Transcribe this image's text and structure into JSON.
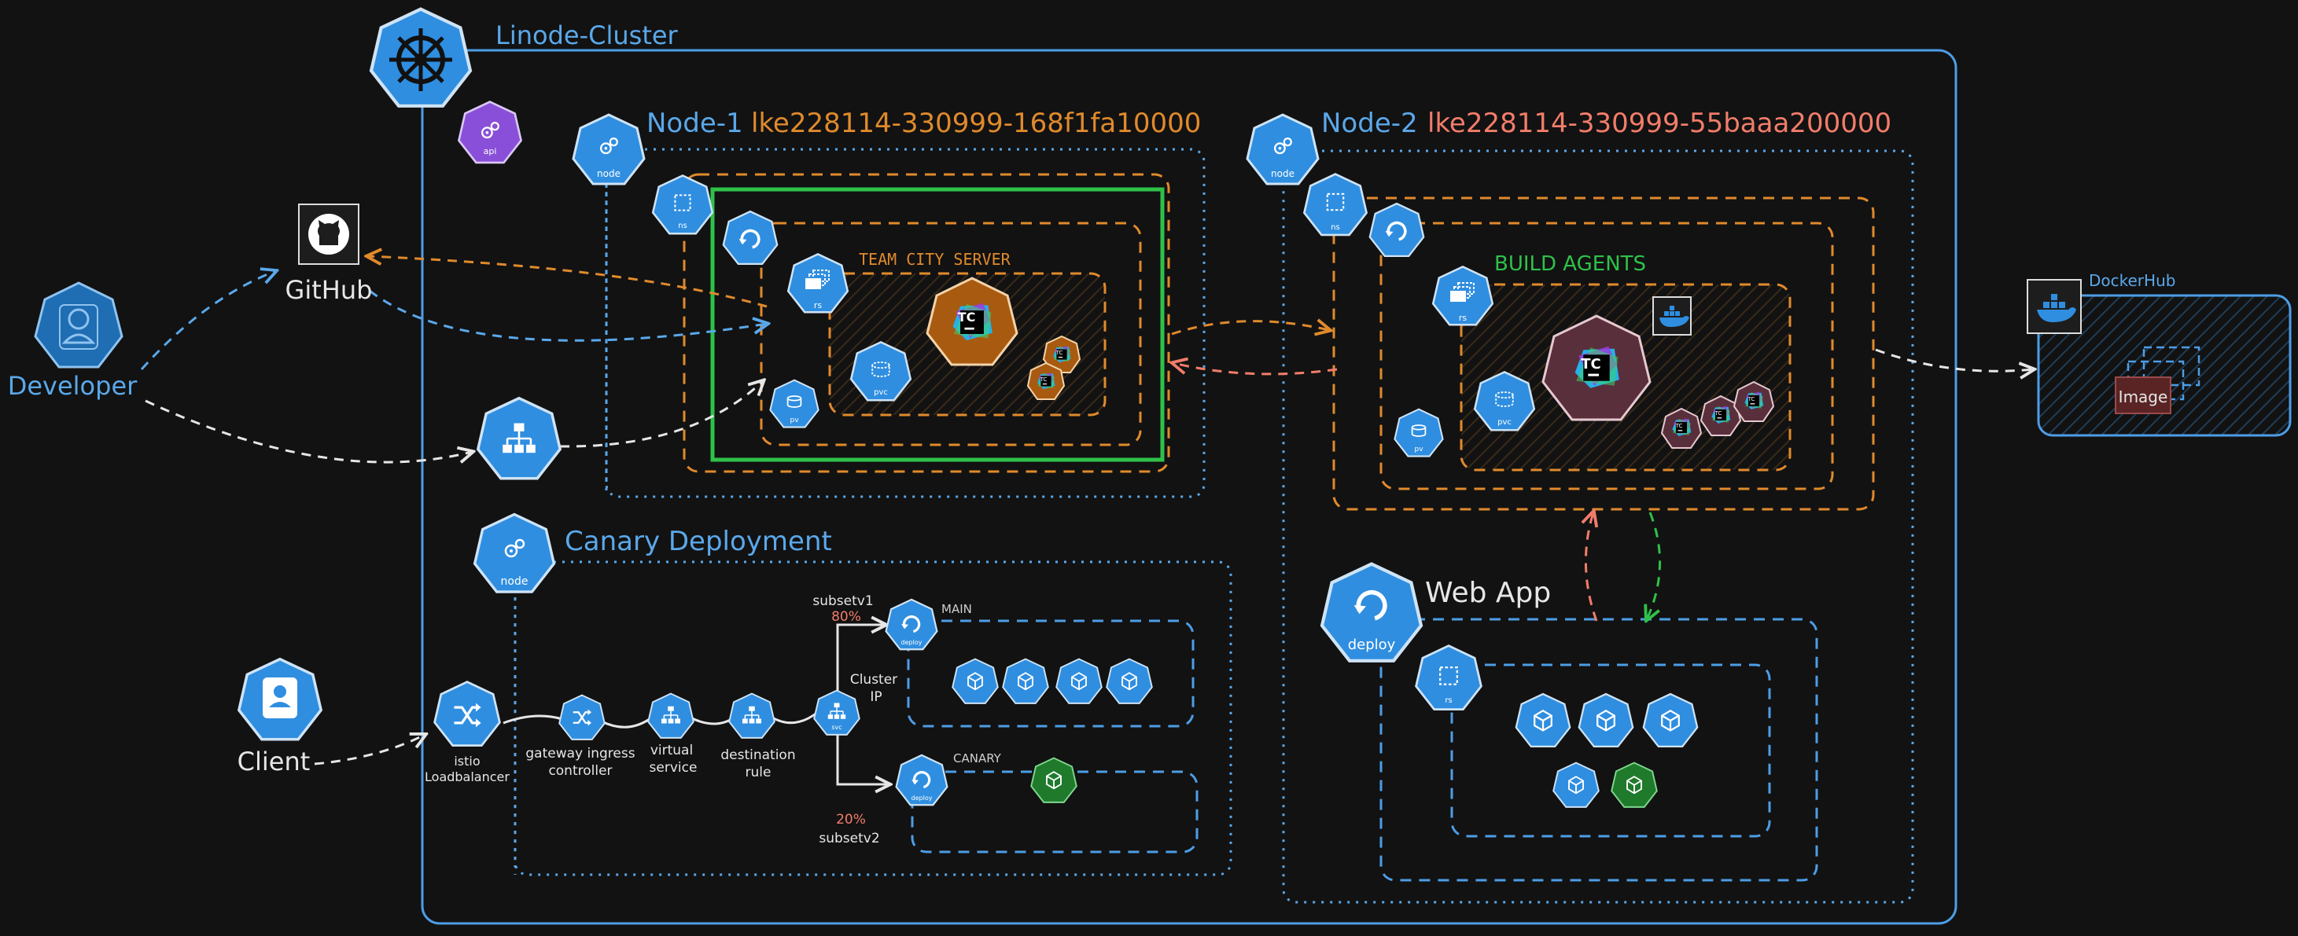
{
  "colors": {
    "background": "#121212",
    "k8s_blue": "#2f8ee0",
    "hex_stroke": "#cfe3f5",
    "orange": "#e08a2c",
    "red_text": "#f27d6a",
    "green": "#2fc14a",
    "api_purple": "#8a4fd8",
    "white_text": "#e6e6e6",
    "blue_text": "#5aa8ea"
  },
  "cluster": {
    "title": "Linode-Cluster",
    "api_icon": "api-icon"
  },
  "node1": {
    "prefix": "Node-1",
    "id": "lke228114-330999-168f1fa10000",
    "app_label": "TEAM CITY SERVER"
  },
  "node2": {
    "prefix": "Node-2",
    "id": "lke228114-330999-55baaa200000",
    "app_label": "BUILD AGENTS"
  },
  "external": {
    "github": "GitHub",
    "developer": "Developer",
    "client": "Client",
    "dockerhub": "DockerHub",
    "image": "Image"
  },
  "canary": {
    "title": "Canary Deployment",
    "istio_line1": "istio",
    "istio_line2": "Loadbalancer",
    "gateway_line1": "gateway ingress",
    "gateway_line2": "controller",
    "virtual_line1": "virtual",
    "virtual_line2": "service",
    "destination_line1": "destination",
    "destination_line2": "rule",
    "cluster_ip_line1": "Cluster",
    "cluster_ip_line2": "IP",
    "subset1": "subsetv1",
    "subset1_pct": "80%",
    "subset2": "subsetv2",
    "subset2_pct": "20%",
    "main_label": "MAIN",
    "canary_label": "CANARY"
  },
  "webapp": {
    "title": "Web App"
  },
  "icon_labels": {
    "node": "node",
    "deploy": "deploy",
    "rs": "rs",
    "ns": "ns",
    "pvc": "pvc",
    "pv": "pv",
    "svc": "svc",
    "tc": "TC"
  }
}
